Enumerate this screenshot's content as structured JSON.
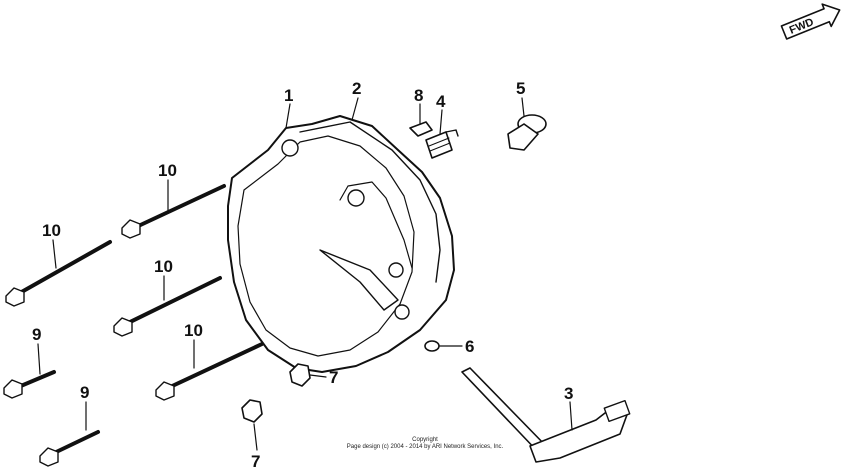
{
  "direction_badge": {
    "text": "FWD",
    "icon": "forward-arrow-icon"
  },
  "callouts": {
    "cover": "1",
    "gasket": "2",
    "shift_lever": "3",
    "spring": "4",
    "pin": "5",
    "oil_seal": "6",
    "nut_a": "7",
    "nut_b": "7",
    "clip": "8",
    "bolt_small_a": "9",
    "bolt_small_b": "9",
    "bolt_long_a": "10",
    "bolt_long_b": "10",
    "bolt_long_c": "10",
    "bolt_long_d": "10"
  },
  "copyright": {
    "line1": "Copyright",
    "line2": "Page design (c) 2004 - 2014 by ARI Network Services, Inc."
  }
}
